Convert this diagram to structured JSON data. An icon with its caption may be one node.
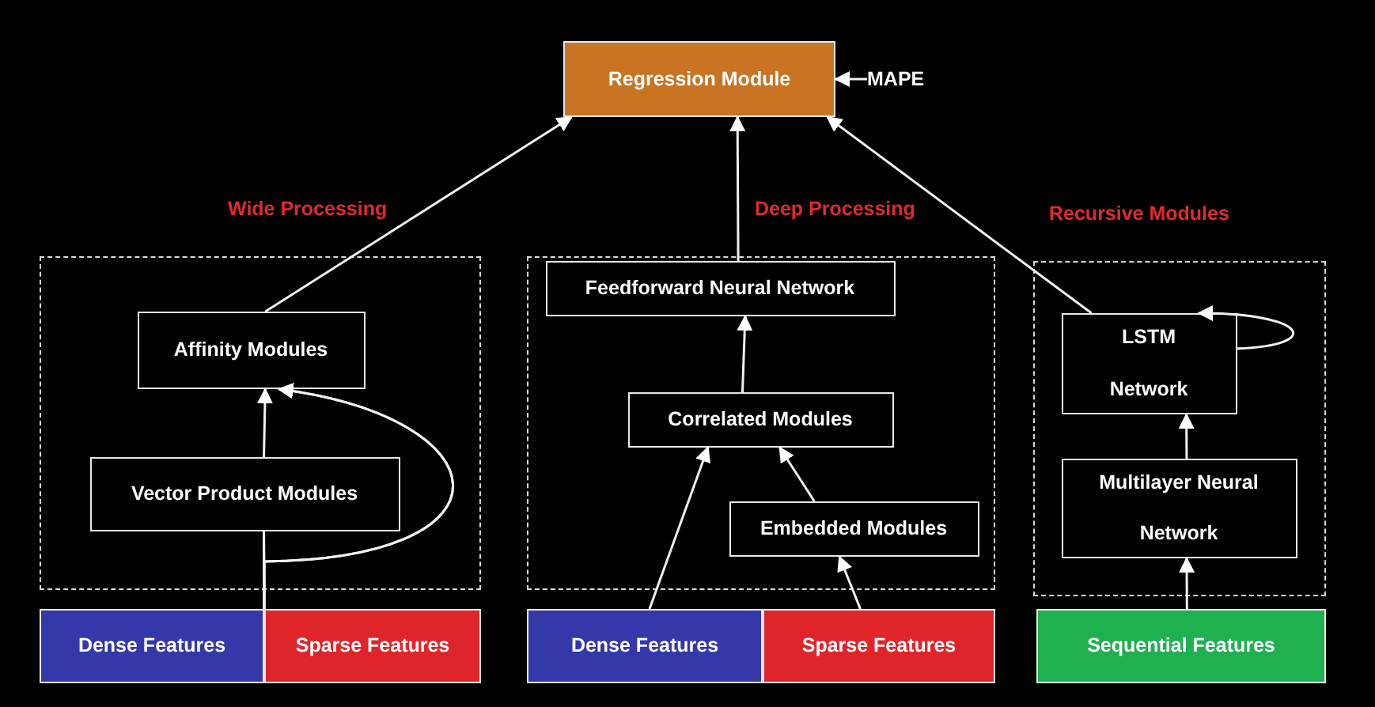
{
  "diagram": {
    "nodes": [
      {
        "text": [
          "Regression Module"
        ]
      },
      {
        "text": [
          "MAPE"
        ]
      },
      {
        "text": [
          "Wide Processing"
        ]
      },
      {
        "text": [
          "Affinity Modules"
        ],
        "in": 2
      },
      {
        "text": [
          "Vector Product Modules"
        ],
        "in": 2
      },
      {
        "text": [
          "Dense Features"
        ]
      },
      {
        "text": [
          "Sparse Features"
        ]
      },
      {
        "text": [
          "Deep Processing"
        ]
      },
      {
        "text": [
          "Feedforward Neural Network"
        ],
        "in": 7
      },
      {
        "text": [
          "Correlated Modules"
        ],
        "in": 7
      },
      {
        "text": [
          "Embedded Modules"
        ],
        "in": 7
      },
      {
        "text": [
          "Dense Features"
        ]
      },
      {
        "text": [
          "Sparse Features"
        ]
      },
      {
        "text": [
          "Recursive Modules"
        ]
      },
      {
        "text": [
          "LSTM Network"
        ],
        "in": 13
      },
      {
        "text": [
          "Multilayer Neural Network"
        ],
        "in": 13
      },
      {
        "text": [
          "Sequential Features"
        ]
      }
    ],
    "edges": [
      {
        "from": 1,
        "to": 0,
        "arrow": "to"
      },
      {
        "from": 3,
        "to": 0,
        "arrow": "to"
      },
      {
        "from": 8,
        "to": 0,
        "arrow": "to"
      },
      {
        "from": 14,
        "to": 0,
        "arrow": "to"
      },
      {
        "from": 4,
        "to": 3,
        "arrow": "to"
      },
      {
        "from": 5,
        "to": 4,
        "arrow": "none"
      },
      {
        "from": 6,
        "to": 4,
        "arrow": "none"
      },
      {
        "from": 5,
        "to": 3,
        "arrow": "to"
      },
      {
        "from": 6,
        "to": 3,
        "arrow": "to"
      },
      {
        "from": 11,
        "to": 9,
        "arrow": "to"
      },
      {
        "from": 12,
        "to": 10,
        "arrow": "to"
      },
      {
        "from": 10,
        "to": 9,
        "arrow": "to"
      },
      {
        "from": 9,
        "to": 8,
        "arrow": "to"
      },
      {
        "from": 16,
        "to": 15,
        "arrow": "to"
      },
      {
        "from": 15,
        "to": 14,
        "arrow": "to"
      },
      {
        "from": 14,
        "to": 14,
        "arrow": "to"
      }
    ]
  }
}
